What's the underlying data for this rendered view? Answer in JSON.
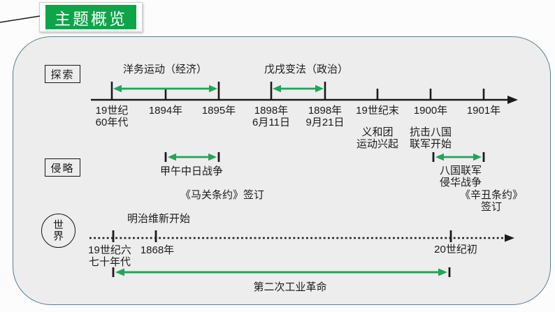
{
  "banner": {
    "title": "主题概览"
  },
  "colors": {
    "accent_green": "#22a45a",
    "banner_green": "#0ea44a",
    "panel_border": "#5b7d93",
    "panel_bg": "#ededed",
    "ink": "#1b1b1b"
  },
  "explore_row": {
    "tag": "探索",
    "yangwu": "洋务运动（经济）",
    "wuxu": "戊戌变法（政治）"
  },
  "timeline": {
    "ticks": [
      {
        "label": "19世纪\n60年代"
      },
      {
        "label": "1894年"
      },
      {
        "label": "1895年"
      },
      {
        "label": "1898年\n6月11日"
      },
      {
        "label": "1898年\n9月21日"
      },
      {
        "label": "19世纪末",
        "sub": "义和团\n运动兴起"
      },
      {
        "label": "1900年",
        "sub": "抗击八国\n联军开始"
      },
      {
        "label": "1901年"
      }
    ]
  },
  "invade_row": {
    "tag": "侵略",
    "jiawu": "甲午中日战争",
    "maguan": "《马关条约》签订",
    "baguo": "八国联军\n侵华战争",
    "xinchou": "《辛丑条约》签订"
  },
  "world_row": {
    "tag": "世\n界",
    "meiji": "明治维新开始",
    "ticks": [
      {
        "label": "19世纪六\n七十年代"
      },
      {
        "label": "1868年"
      },
      {
        "label": "20世纪初"
      }
    ],
    "industry": "第二次工业革命"
  }
}
